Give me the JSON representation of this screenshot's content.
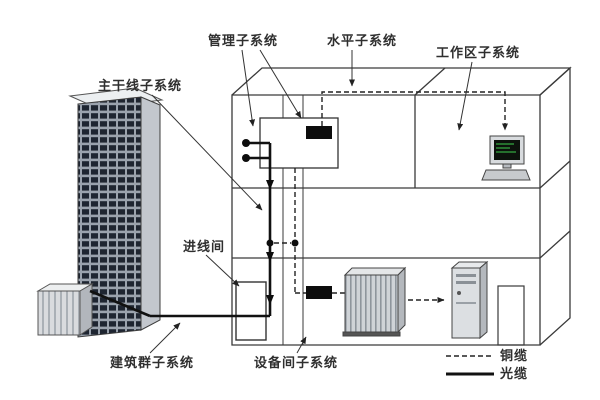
{
  "diagram": {
    "labels": {
      "management": "管理子系统",
      "horizontal": "水平子系统",
      "work_area": "工作区子系统",
      "backbone": "主干线子系统",
      "entrance": "进线间",
      "campus": "建筑群子系统",
      "equipment_room": "设备间子系统"
    },
    "legend": {
      "copper_label": "铜缆",
      "copper_style": "dashed",
      "fiber_label": "光缆",
      "fiber_style": "solid"
    },
    "colors": {
      "outline": "#3a3a3a",
      "fiber_cable": "#111111",
      "copper_cable": "#222222",
      "text": "#2f2f2f",
      "building_window": "#1e2531",
      "building_side": "#c3c7cd",
      "equipment_gray": "#d8dbde",
      "screen_green": "#3ecf4e",
      "background": "#ffffff"
    },
    "icons": {
      "building": "high-rise-building-icon",
      "annex": "low-building-icon",
      "rack": "equipment-rack-icon",
      "server": "server-tower-icon",
      "workstation": "desktop-computer-icon"
    }
  }
}
